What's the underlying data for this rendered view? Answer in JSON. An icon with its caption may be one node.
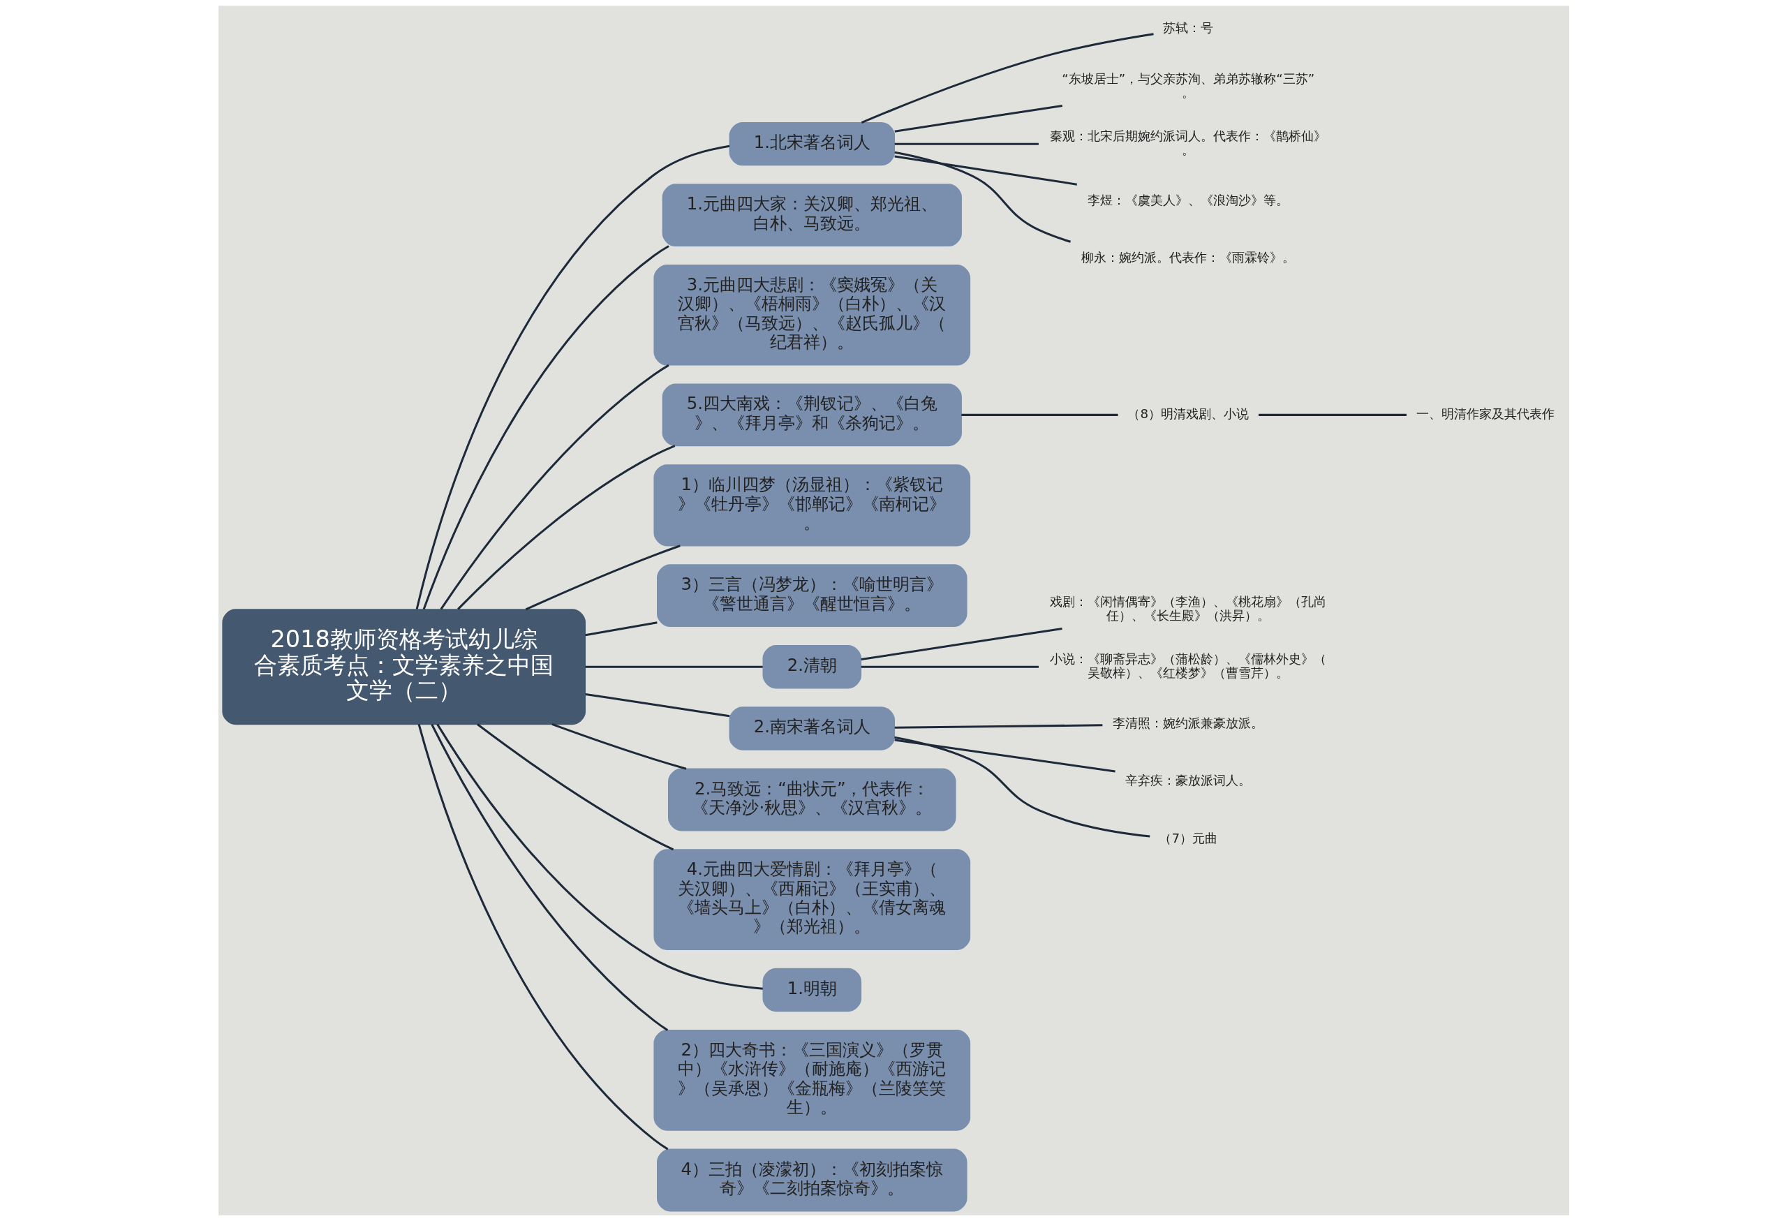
{
  "diagram": {
    "nodes": [
      {
        "text": [
          "2018教师资格考试幼儿综合素质考点：文学素养之中国文学（二）"
        ]
      },
      {
        "text": [
          "1.北宋著名词人"
        ]
      },
      {
        "text": [
          "苏轼：号"
        ]
      },
      {
        "text": [
          "“东坡居士”，与父亲苏洵、弟弟苏辙称“三苏”。"
        ]
      },
      {
        "text": [
          "秦观：北宋后期婉约派词人。代表作：《鹊桥仙》。"
        ]
      },
      {
        "text": [
          "李煜：《虞美人》、《浪淘沙》等。"
        ]
      },
      {
        "text": [
          "柳永：婉约派。代表作：《雨霖铃》。"
        ]
      },
      {
        "text": [
          "1.元曲四大家：关汉卿、郑光祖、白朴、马致远。"
        ]
      },
      {
        "text": [
          "3.元曲四大悲剧：《窦娥冤》（关汉卿）、《梧桐雨》（白朴）、《汉宫秋》（马致远）、《赵氏孤儿》（纪君祥）。"
        ]
      },
      {
        "text": [
          "5.四大南戏：《荆钗记》、《白兔》、《拜月亭》和《杀狗记》。"
        ]
      },
      {
        "text": [
          "（8）明清戏剧、小说"
        ]
      },
      {
        "text": [
          "一、明清作家及其代表作"
        ]
      },
      {
        "text": [
          "1）临川四梦（汤显祖）：《紫钗记》《牡丹亭》《邯郸记》《南柯记》。"
        ]
      },
      {
        "text": [
          "3）三言（冯梦龙）：《喻世明言》《警世通言》《醒世恒言》。"
        ]
      },
      {
        "text": [
          "2.清朝"
        ]
      },
      {
        "text": [
          "戏剧：《闲情偶寄》（李渔）、《桃花扇》（孔尚任）、《长生殿》（洪昇）。"
        ]
      },
      {
        "text": [
          "小说：《聊斋异志》（蒲松龄）、《儒林外史》（吴敬梓）、《红楼梦》（曹雪芹）。"
        ]
      },
      {
        "text": [
          "2.南宋著名词人"
        ]
      },
      {
        "text": [
          "李清照：婉约派兼豪放派。"
        ]
      },
      {
        "text": [
          "辛弃疾：豪放派词人。"
        ]
      },
      {
        "text": [
          "（7）元曲"
        ]
      },
      {
        "text": [
          "2.马致远：“曲状元”，代表作：《天净沙·秋思》、《汉宫秋》。"
        ]
      },
      {
        "text": [
          "4.元曲四大爱情剧：《拜月亭》（关汉卿）、《西厢记》（王实甫）、《墙头马上》（白朴）、《倩女离魂》（郑光祖）。"
        ]
      },
      {
        "text": [
          "1.明朝"
        ]
      },
      {
        "text": [
          "2）四大奇书：《三国演义》（罗贯中）《水浒传》（耐施庵）《西游记》（吴承恩）《金瓶梅》（兰陵笑笑生）。"
        ]
      },
      {
        "text": [
          "4）三拍（凌濛初）：《初刻拍案惊奇》《二刻拍案惊奇》。"
        ]
      }
    ],
    "edges": [
      {
        "from": 0,
        "to": 1,
        "arrow": "none"
      },
      {
        "from": 1,
        "to": 2,
        "arrow": "none"
      },
      {
        "from": 1,
        "to": 3,
        "arrow": "none"
      },
      {
        "from": 1,
        "to": 4,
        "arrow": "none"
      },
      {
        "from": 1,
        "to": 5,
        "arrow": "none"
      },
      {
        "from": 1,
        "to": 6,
        "arrow": "none"
      },
      {
        "from": 0,
        "to": 7,
        "arrow": "none"
      },
      {
        "from": 0,
        "to": 8,
        "arrow": "none"
      },
      {
        "from": 0,
        "to": 9,
        "arrow": "none"
      },
      {
        "from": 9,
        "to": 10,
        "arrow": "none"
      },
      {
        "from": 10,
        "to": 11,
        "arrow": "none"
      },
      {
        "from": 0,
        "to": 12,
        "arrow": "none"
      },
      {
        "from": 0,
        "to": 13,
        "arrow": "none"
      },
      {
        "from": 0,
        "to": 14,
        "arrow": "none"
      },
      {
        "from": 14,
        "to": 15,
        "arrow": "none"
      },
      {
        "from": 14,
        "to": 16,
        "arrow": "none"
      },
      {
        "from": 0,
        "to": 17,
        "arrow": "none"
      },
      {
        "from": 17,
        "to": 18,
        "arrow": "none"
      },
      {
        "from": 17,
        "to": 19,
        "arrow": "none"
      },
      {
        "from": 17,
        "to": 20,
        "arrow": "none"
      },
      {
        "from": 0,
        "to": 21,
        "arrow": "none"
      },
      {
        "from": 0,
        "to": 22,
        "arrow": "none"
      },
      {
        "from": 0,
        "to": 23,
        "arrow": "none"
      },
      {
        "from": 0,
        "to": 24,
        "arrow": "none"
      },
      {
        "from": 0,
        "to": 25,
        "arrow": "none"
      }
    ]
  }
}
